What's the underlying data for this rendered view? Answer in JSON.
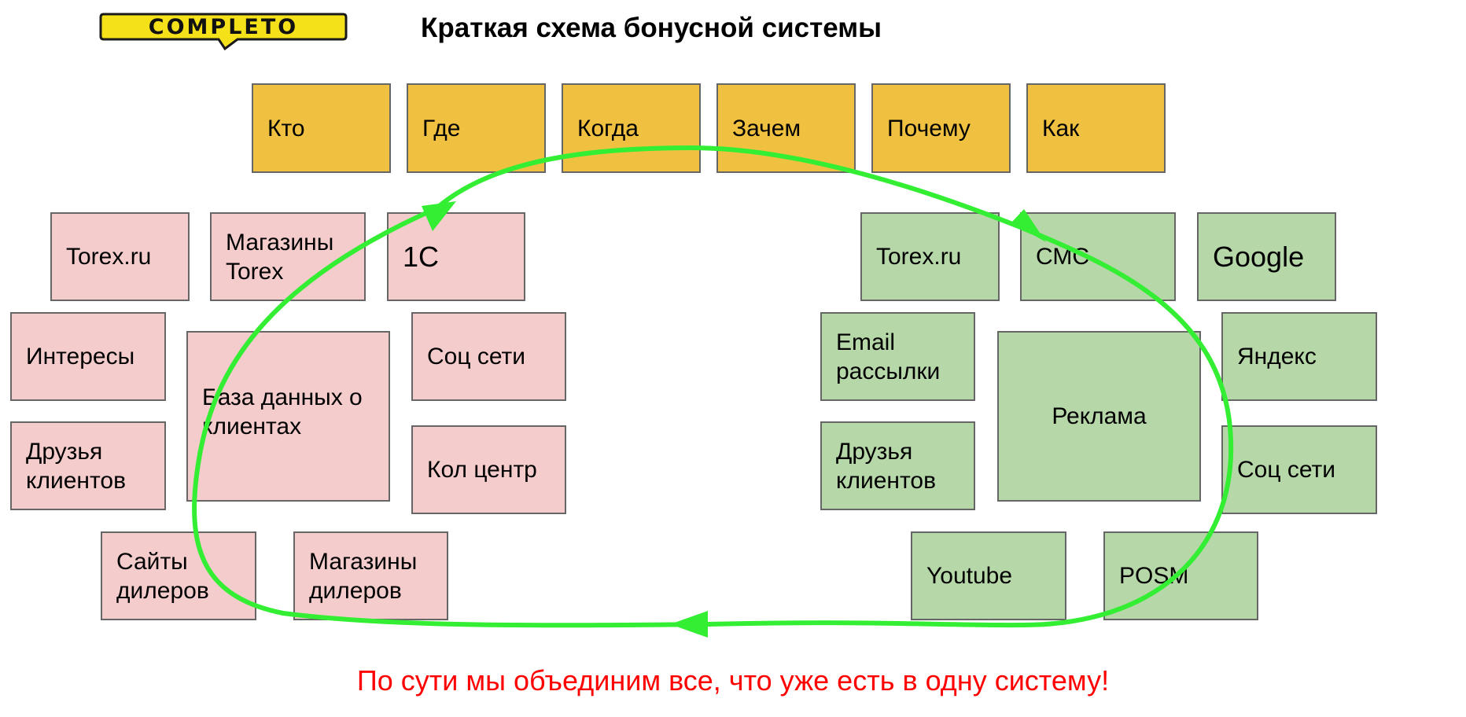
{
  "logo": {
    "text": "COMPLETO"
  },
  "title": "Краткая схема бонусной системы",
  "questions": [
    "Кто",
    "Где",
    "Когда",
    "Зачем",
    "Почему",
    "Как"
  ],
  "sources": {
    "torex_ru": "Torex.ru",
    "torex_stores": "Магазины\nTorex",
    "one_c": "1C",
    "interests": "Интересы",
    "customer_db": "База данных о\nклиентах",
    "social": "Соц сети",
    "friends": "Друзья\nклиентов",
    "call_center": "Кол центр",
    "dealer_sites": "Сайты\nдилеров",
    "dealer_stores": "Магазины\nдилеров"
  },
  "channels": {
    "torex_ru": "Torex.ru",
    "sms": "СМС",
    "google": "Google",
    "email": "Email\nрассылки",
    "ads": "Реклама",
    "yandex": "Яндекс",
    "friends": "Друзья\nклиентов",
    "social": "Соц сети",
    "youtube": "Youtube",
    "posm": "POSM"
  },
  "footer": "По сути мы объединим все, что уже есть в одну систему!",
  "colors": {
    "question_fill": "#f0c141",
    "source_fill": "#f4cccc",
    "channel_fill": "#b6d7a8",
    "arrow": "#33ee33",
    "footer_text": "#ff0000"
  }
}
